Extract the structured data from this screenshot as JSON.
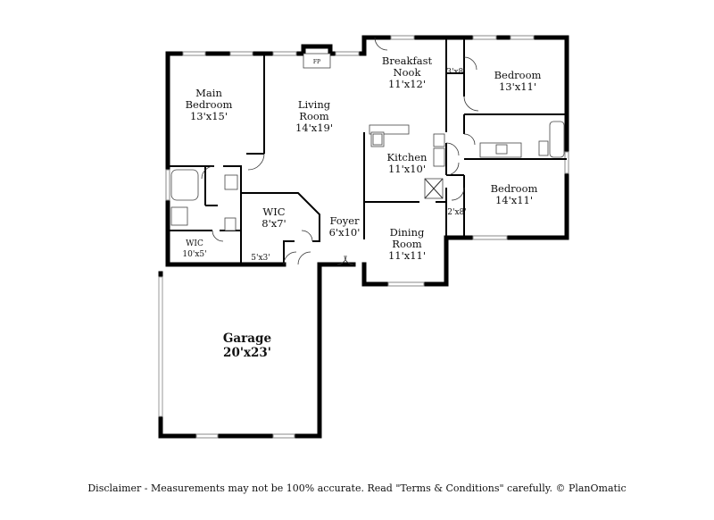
{
  "rooms": {
    "main_bedroom": {
      "name_1": "Main",
      "name_2": "Bedroom",
      "dims": "13'x15'"
    },
    "living_room": {
      "name_1": "Living",
      "name_2": "Room",
      "dims": "14'x19'"
    },
    "breakfast_nook": {
      "name_1": "Breakfast",
      "name_2": "Nook",
      "dims": "11'x12'"
    },
    "bedroom_1": {
      "name": "Bedroom",
      "dims": "13'x11'"
    },
    "closet_1": {
      "dims": "3'x8'"
    },
    "kitchen": {
      "name": "Kitchen",
      "dims": "11'x10'"
    },
    "bedroom_2": {
      "name": "Bedroom",
      "dims": "14'x11'"
    },
    "closet_2": {
      "dims": "2'x8'"
    },
    "wic_main": {
      "name": "WIC",
      "dims": "8'x7'"
    },
    "foyer": {
      "name": "Foyer",
      "dims": "6'x10'"
    },
    "dining_room": {
      "name_1": "Dining",
      "name_2": "Room",
      "dims": "11'x11'"
    },
    "wic_small": {
      "name": "WIC",
      "dims": "10'x5'"
    },
    "closet_3": {
      "dims": "5'x3'"
    },
    "garage": {
      "name": "Garage",
      "dims": "20'x23'"
    }
  },
  "fireplace": {
    "label": "FP"
  },
  "disclaimer": "Disclaimer - Measurements may not be 100% accurate. Read \"Terms & Conditions\" carefully. © PlanOmatic"
}
